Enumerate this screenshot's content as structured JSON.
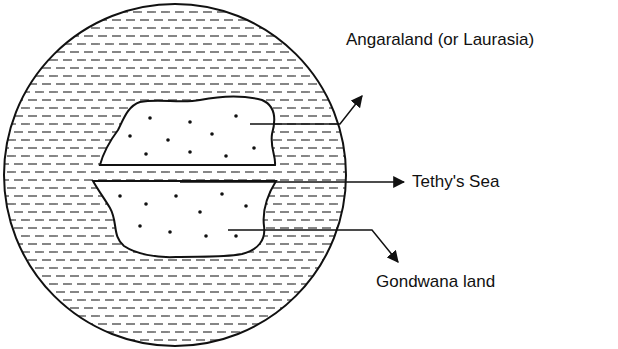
{
  "diagram": {
    "labels": [
      "Angaraland (or Laurasia)",
      "Tethy's Sea",
      "Gondwana land"
    ]
  }
}
